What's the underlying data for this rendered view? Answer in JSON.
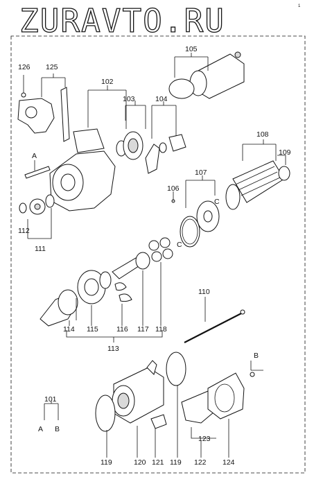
{
  "watermark": "ZURAVTO.RU",
  "corner_mark": "1",
  "labels": {
    "p101": "101",
    "p102": "102",
    "p103": "103",
    "p104": "104",
    "p105": "105",
    "p106": "106",
    "p107": "107",
    "p108": "108",
    "p109": "109",
    "p110": "110",
    "p111": "111",
    "p112": "112",
    "p113": "113",
    "p114": "114",
    "p115": "115",
    "p116": "116",
    "p117": "117",
    "p118": "118",
    "p119a": "119",
    "p119b": "119",
    "p120": "120",
    "p121": "121",
    "p122": "122",
    "p123": "123",
    "p124": "124",
    "p125": "125",
    "p126": "126"
  },
  "refs": {
    "a1": "A",
    "a2": "A",
    "b1": "B",
    "b2": "B",
    "c1": "C",
    "c2": "C"
  }
}
